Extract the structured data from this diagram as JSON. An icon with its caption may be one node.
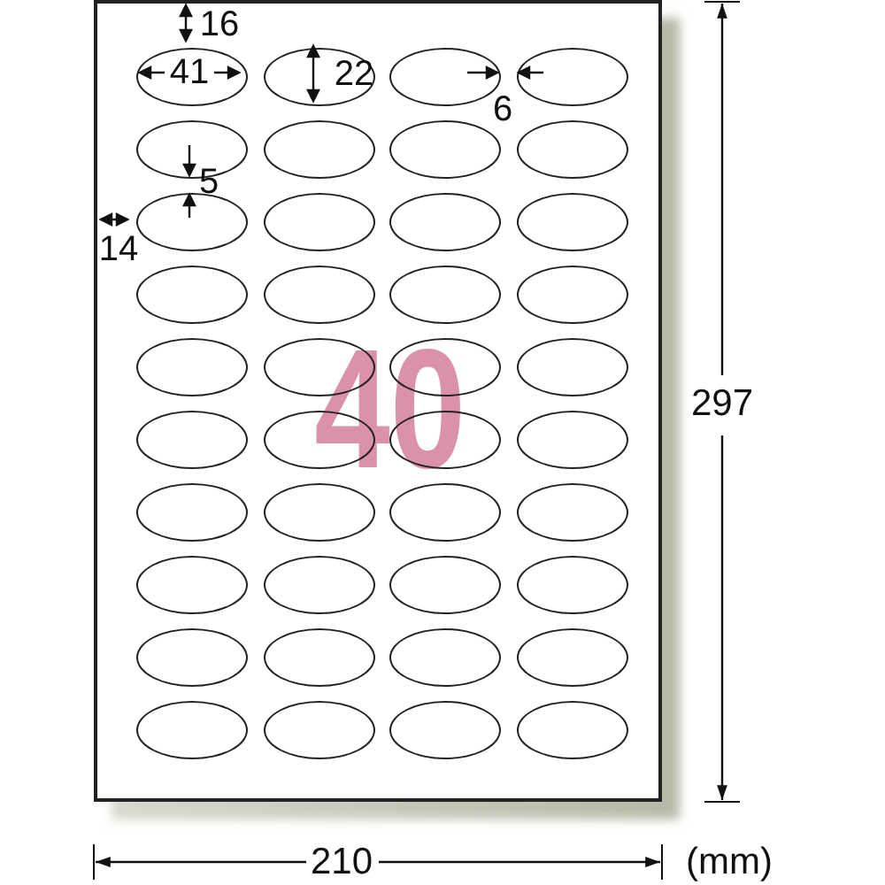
{
  "diagram": {
    "nodes": [
      {
        "text": [
          "40"
        ]
      },
      {
        "text": [],
        "shape": "ellipse",
        "in": 0
      },
      {
        "text": [],
        "shape": "ellipse",
        "in": 0
      },
      {
        "text": [],
        "shape": "ellipse",
        "in": 0
      },
      {
        "text": [],
        "shape": "ellipse",
        "in": 0
      },
      {
        "text": [],
        "shape": "ellipse",
        "in": 0
      },
      {
        "text": [],
        "shape": "ellipse",
        "in": 0
      },
      {
        "text": [],
        "shape": "ellipse",
        "in": 0
      },
      {
        "text": [],
        "shape": "ellipse",
        "in": 0
      },
      {
        "text": [],
        "shape": "ellipse",
        "in": 0
      },
      {
        "text": [],
        "shape": "ellipse",
        "in": 0
      },
      {
        "text": [],
        "shape": "ellipse",
        "in": 0
      },
      {
        "text": [],
        "shape": "ellipse",
        "in": 0
      },
      {
        "text": [],
        "shape": "ellipse",
        "in": 0
      },
      {
        "text": [],
        "shape": "ellipse",
        "in": 0
      },
      {
        "text": [],
        "shape": "ellipse",
        "in": 0
      },
      {
        "text": [],
        "shape": "ellipse",
        "in": 0
      },
      {
        "text": [],
        "shape": "ellipse",
        "in": 0
      },
      {
        "text": [],
        "shape": "ellipse",
        "in": 0
      },
      {
        "text": [],
        "shape": "ellipse",
        "in": 0
      },
      {
        "text": [],
        "shape": "ellipse",
        "in": 0
      },
      {
        "text": [],
        "shape": "ellipse",
        "in": 0
      },
      {
        "text": [],
        "shape": "ellipse",
        "in": 0
      },
      {
        "text": [],
        "shape": "ellipse",
        "in": 0
      },
      {
        "text": [],
        "shape": "ellipse",
        "in": 0
      },
      {
        "text": [],
        "shape": "ellipse",
        "in": 0
      },
      {
        "text": [],
        "shape": "ellipse",
        "in": 0
      },
      {
        "text": [],
        "shape": "ellipse",
        "in": 0
      },
      {
        "text": [],
        "shape": "ellipse",
        "in": 0
      },
      {
        "text": [],
        "shape": "ellipse",
        "in": 0
      },
      {
        "text": [],
        "shape": "ellipse",
        "in": 0
      },
      {
        "text": [],
        "shape": "ellipse",
        "in": 0
      },
      {
        "text": [],
        "shape": "ellipse",
        "in": 0
      },
      {
        "text": [],
        "shape": "ellipse",
        "in": 0
      },
      {
        "text": [],
        "shape": "ellipse",
        "in": 0
      },
      {
        "text": [],
        "shape": "ellipse",
        "in": 0
      },
      {
        "text": [],
        "shape": "ellipse",
        "in": 0
      },
      {
        "text": [],
        "shape": "ellipse",
        "in": 0
      },
      {
        "text": [],
        "shape": "ellipse",
        "in": 0
      },
      {
        "text": [],
        "shape": "ellipse",
        "in": 0
      },
      {
        "text": [],
        "shape": "ellipse",
        "in": 0
      }
    ],
    "labels": [
      "16",
      "41",
      "22",
      "6",
      "5",
      "14",
      "297",
      "210",
      "(mm)"
    ]
  }
}
